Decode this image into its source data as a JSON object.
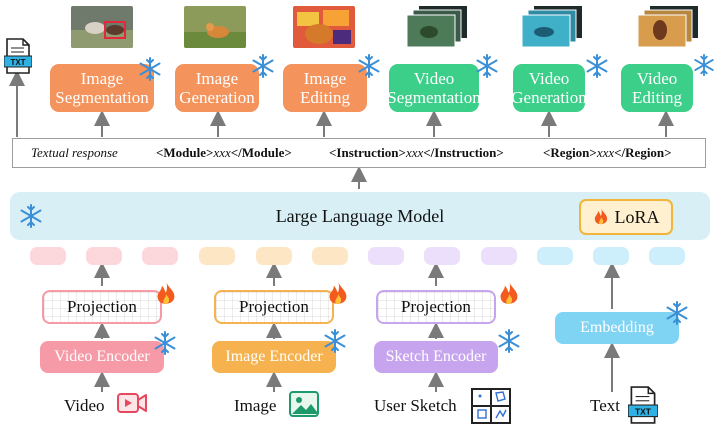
{
  "top_modules": [
    {
      "label": "Image Segmentation",
      "color": "#f4935c"
    },
    {
      "label": "Image Generation",
      "color": "#f4935c"
    },
    {
      "label": "Image Editing",
      "color": "#f4935c"
    },
    {
      "label": "Video Segmentation",
      "color": "#3ccf8a"
    },
    {
      "label": "Video Generation",
      "color": "#3ccf8a"
    },
    {
      "label": "Video Editing",
      "color": "#3ccf8a"
    }
  ],
  "txt_badge": "TXT",
  "response": {
    "textual": "Textual response",
    "module_open": "<Module>",
    "module_mid": "xxx",
    "module_close": "</Module>",
    "instruction_open": "<Instruction>",
    "instruction_mid": "xxx",
    "instruction_close": "</Instruction>",
    "region_open": "<Region>",
    "region_mid": "xxx",
    "region_close": "</Region>"
  },
  "llm": {
    "label": "Large Language Model",
    "lora": "LoRA"
  },
  "projections": [
    "Projection",
    "Projection",
    "Projection"
  ],
  "encoders": [
    "Video Encoder",
    "Image Encoder",
    "Sketch Encoder"
  ],
  "embedding": "Embedding",
  "inputs": {
    "video": "Video",
    "image": "Image",
    "sketch": "User Sketch",
    "text": "Text"
  },
  "colors": {
    "video": "#f59aa6",
    "image": "#f5b24e",
    "sketch": "#c7a5ee",
    "text": "#7fd3f3",
    "llm": "#d8eff6",
    "snow": "#3a8fd6",
    "fire": "#f25a1e"
  }
}
